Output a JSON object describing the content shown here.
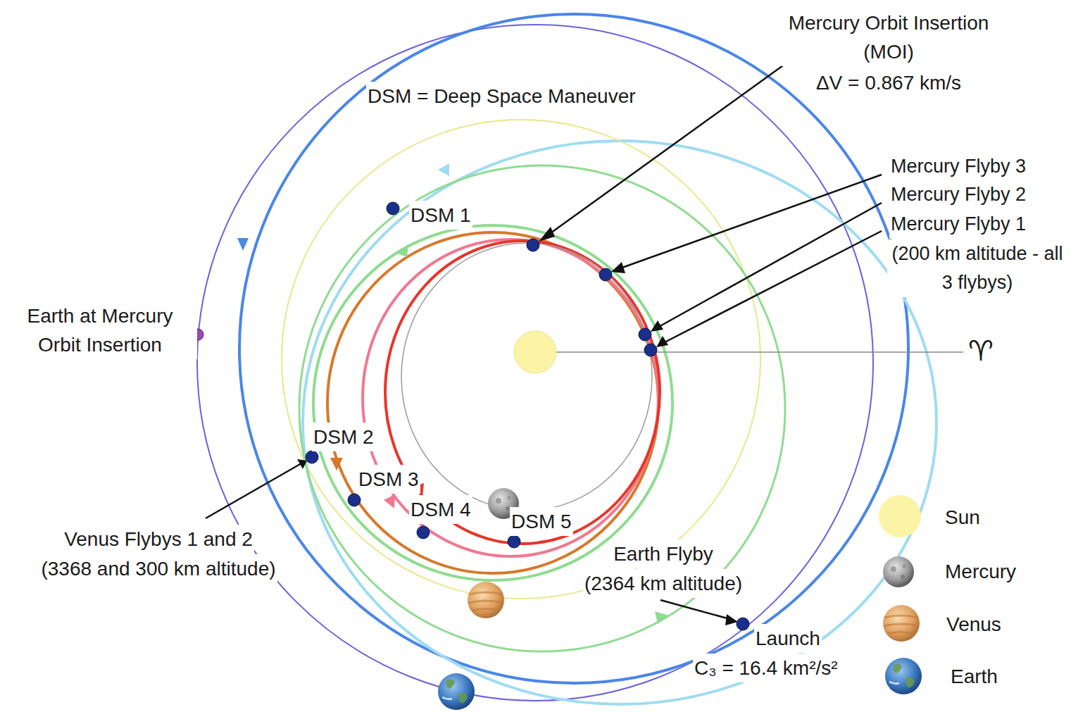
{
  "diagram": {
    "labels": [
      "Mercury Orbit Insertion (MOI)",
      "ΔV = 0.867 km/s",
      "DSM = Deep Space Maneuver",
      "Mercury Flyby 3",
      "Mercury Flyby 2",
      "Mercury Flyby 1",
      "(200 km altitude - all 3 flybys)",
      "DSM 1",
      "Earth at Mercury Orbit Insertion",
      "♈",
      "DSM 2",
      "DSM 3",
      "DSM 4",
      "DSM 5",
      "Venus Flybys 1 and 2",
      "(3368 and 300 km altitude)",
      "Earth Flyby",
      "(2364 km altitude)",
      "Launch",
      "C₃ = 16.4 km²/s²"
    ],
    "legend": [
      {
        "text": "Sun",
        "color": "#fbf3a6"
      },
      {
        "text": "Mercury"
      },
      {
        "text": "Venus"
      },
      {
        "text": "Earth"
      }
    ]
  }
}
